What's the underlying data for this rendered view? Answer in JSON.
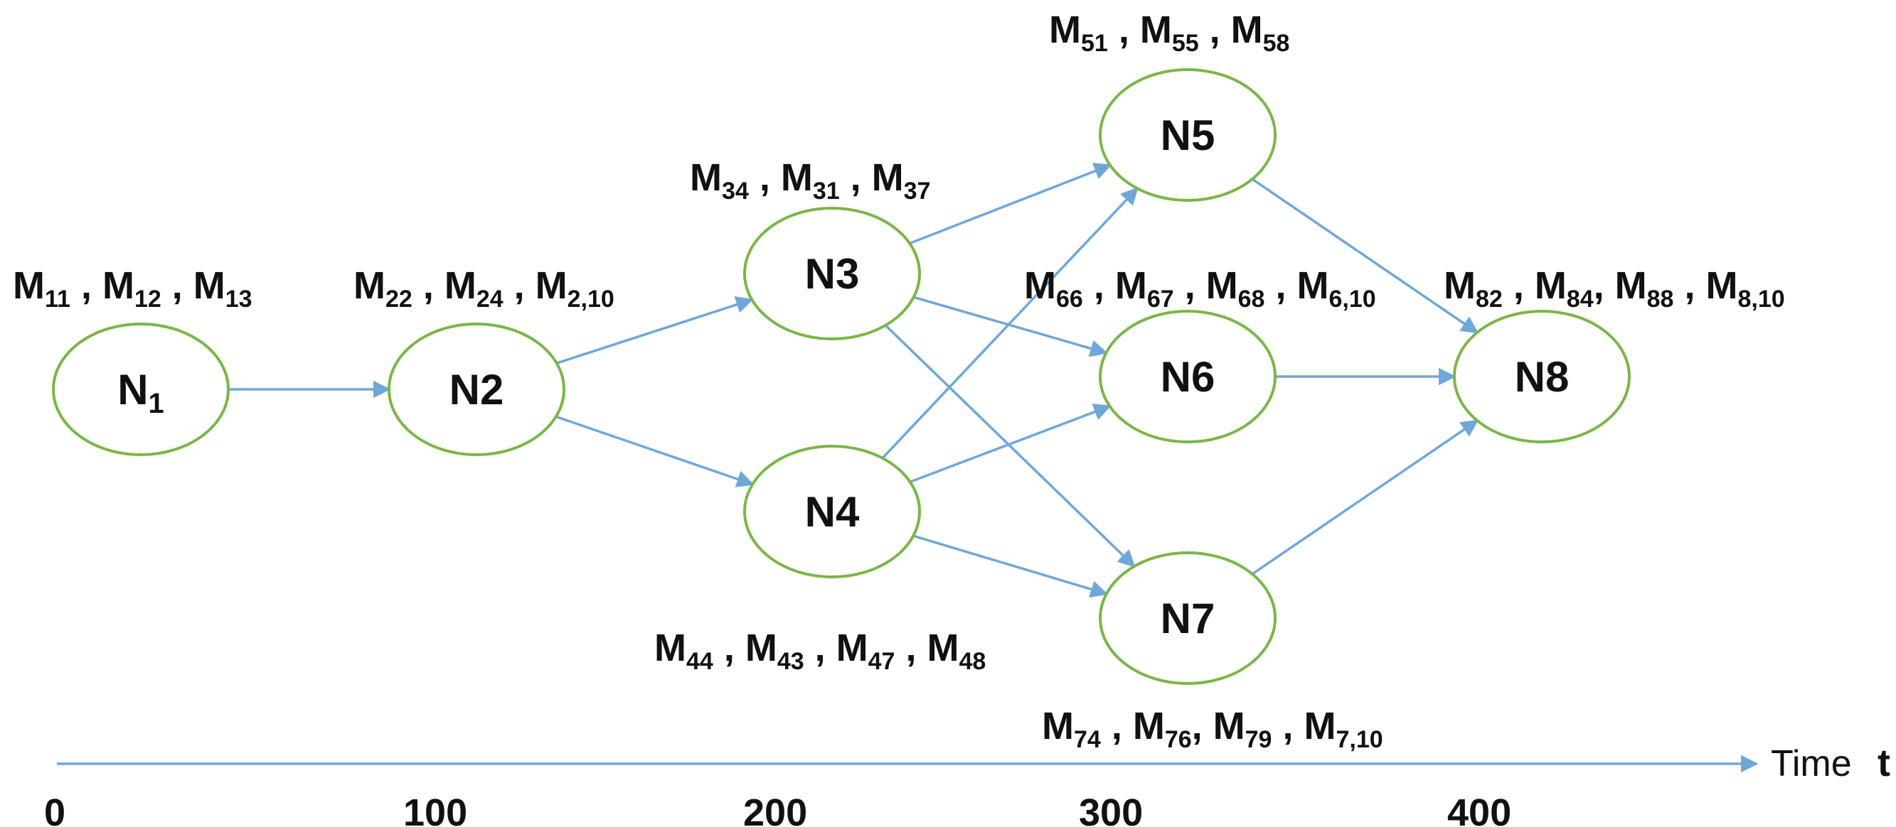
{
  "colors": {
    "node_stroke": "#7ab648",
    "edge": "#6fa7d9",
    "text": "#111111"
  },
  "nodes": [
    {
      "id": "N1",
      "name": "N",
      "sub": "1"
    },
    {
      "id": "N2",
      "name": "N2",
      "sub": ""
    },
    {
      "id": "N3",
      "name": "N3",
      "sub": ""
    },
    {
      "id": "N4",
      "name": "N4",
      "sub": ""
    },
    {
      "id": "N5",
      "name": "N5",
      "sub": ""
    },
    {
      "id": "N6",
      "name": "N6",
      "sub": ""
    },
    {
      "id": "N7",
      "name": "N7",
      "sub": ""
    },
    {
      "id": "N8",
      "name": "N8",
      "sub": ""
    }
  ],
  "labels": {
    "N1": [
      {
        "base": "M",
        "sub": "11",
        "sep": " , "
      },
      {
        "base": "M",
        "sub": "12",
        "sep": " , "
      },
      {
        "base": "M",
        "sub": "13",
        "sep": ""
      }
    ],
    "N2": [
      {
        "base": "M",
        "sub": "22",
        "sep": " , "
      },
      {
        "base": "M",
        "sub": "24",
        "sep": " , "
      },
      {
        "base": "M",
        "sub": "2,10",
        "sep": ""
      }
    ],
    "N3": [
      {
        "base": "M",
        "sub": "34",
        "sep": " , "
      },
      {
        "base": "M",
        "sub": "31",
        "sep": " , "
      },
      {
        "base": "M",
        "sub": "37",
        "sep": ""
      }
    ],
    "N4": [
      {
        "base": "M",
        "sub": "44",
        "sep": " , "
      },
      {
        "base": "M",
        "sub": "43",
        "sep": " , "
      },
      {
        "base": "M",
        "sub": "47",
        "sep": " , "
      },
      {
        "base": "M",
        "sub": "48",
        "sep": ""
      }
    ],
    "N5": [
      {
        "base": "M",
        "sub": "51",
        "sep": " , "
      },
      {
        "base": "M",
        "sub": "55",
        "sep": " , "
      },
      {
        "base": "M",
        "sub": "58",
        "sep": ""
      }
    ],
    "N6": [
      {
        "base": "M",
        "sub": "66",
        "sep": " , "
      },
      {
        "base": "M",
        "sub": "67",
        "sep": " , "
      },
      {
        "base": "M",
        "sub": "68",
        "sep": " , "
      },
      {
        "base": "M",
        "sub": "6,10",
        "sep": ""
      }
    ],
    "N7": [
      {
        "base": "M",
        "sub": "74",
        "sep": " , "
      },
      {
        "base": "M",
        "sub": "76",
        "sep": ", "
      },
      {
        "base": "M",
        "sub": "79",
        "sep": " , "
      },
      {
        "base": "M",
        "sub": "7,10",
        "sep": ""
      }
    ],
    "N8": [
      {
        "base": "M",
        "sub": "82",
        "sep": " , "
      },
      {
        "base": "M",
        "sub": "84",
        "sep": ", "
      },
      {
        "base": "M",
        "sub": "88",
        "sep": " , "
      },
      {
        "base": "M",
        "sub": "8,10",
        "sep": ""
      }
    ]
  },
  "edges": [
    {
      "from": "N1",
      "to": "N2"
    },
    {
      "from": "N2",
      "to": "N3"
    },
    {
      "from": "N2",
      "to": "N4"
    },
    {
      "from": "N3",
      "to": "N5"
    },
    {
      "from": "N3",
      "to": "N6"
    },
    {
      "from": "N3",
      "to": "N7"
    },
    {
      "from": "N4",
      "to": "N5"
    },
    {
      "from": "N4",
      "to": "N6"
    },
    {
      "from": "N4",
      "to": "N7"
    },
    {
      "from": "N5",
      "to": "N8"
    },
    {
      "from": "N6",
      "to": "N8"
    },
    {
      "from": "N7",
      "to": "N8"
    }
  ],
  "axis": {
    "title": "Time",
    "variable": "t",
    "ticks": [
      "0",
      "100",
      "200",
      "300",
      "400"
    ]
  }
}
